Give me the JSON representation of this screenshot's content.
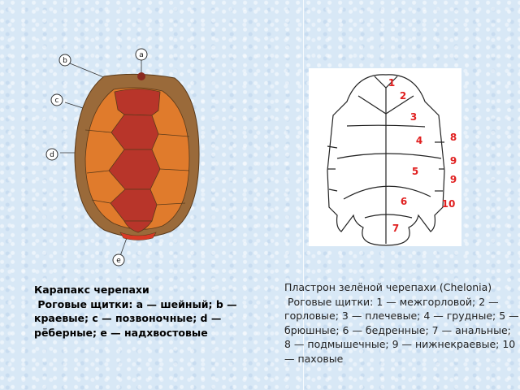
{
  "carapace_figure": {
    "labels": {
      "a": "a",
      "b": "b",
      "c": "c",
      "d": "d",
      "e": "e"
    },
    "colors": {
      "marginal": "#9a6a3a",
      "costal": "#e07b2c",
      "vertebral": "#b8352a",
      "supracaudal": "#d83a26",
      "outline": "#5a3a1a"
    }
  },
  "plastron_figure": {
    "labels": [
      "1",
      "2",
      "3",
      "4",
      "5",
      "6",
      "7",
      "8",
      "9",
      "9",
      "10"
    ],
    "label_color": "#e02020"
  },
  "caption_left": {
    "title": "Карапакс черепахи",
    "text": " Роговые щитки: a — шейный; b — краевые; c — позвоночные; d — рёберные; e — надхвостовые"
  },
  "caption_right": {
    "title": "Пластрон зелёной черепахи (Chelonia)",
    "text": " Роговые щитки: 1 — межгорловой; 2 — горловые; 3 — плечевые; 4 — грудные; 5 — брюшные; 6 — бедренные; 7 — анальные; 8 — подмышечные; 9 — нижнекраевые; 10 — паховые"
  }
}
